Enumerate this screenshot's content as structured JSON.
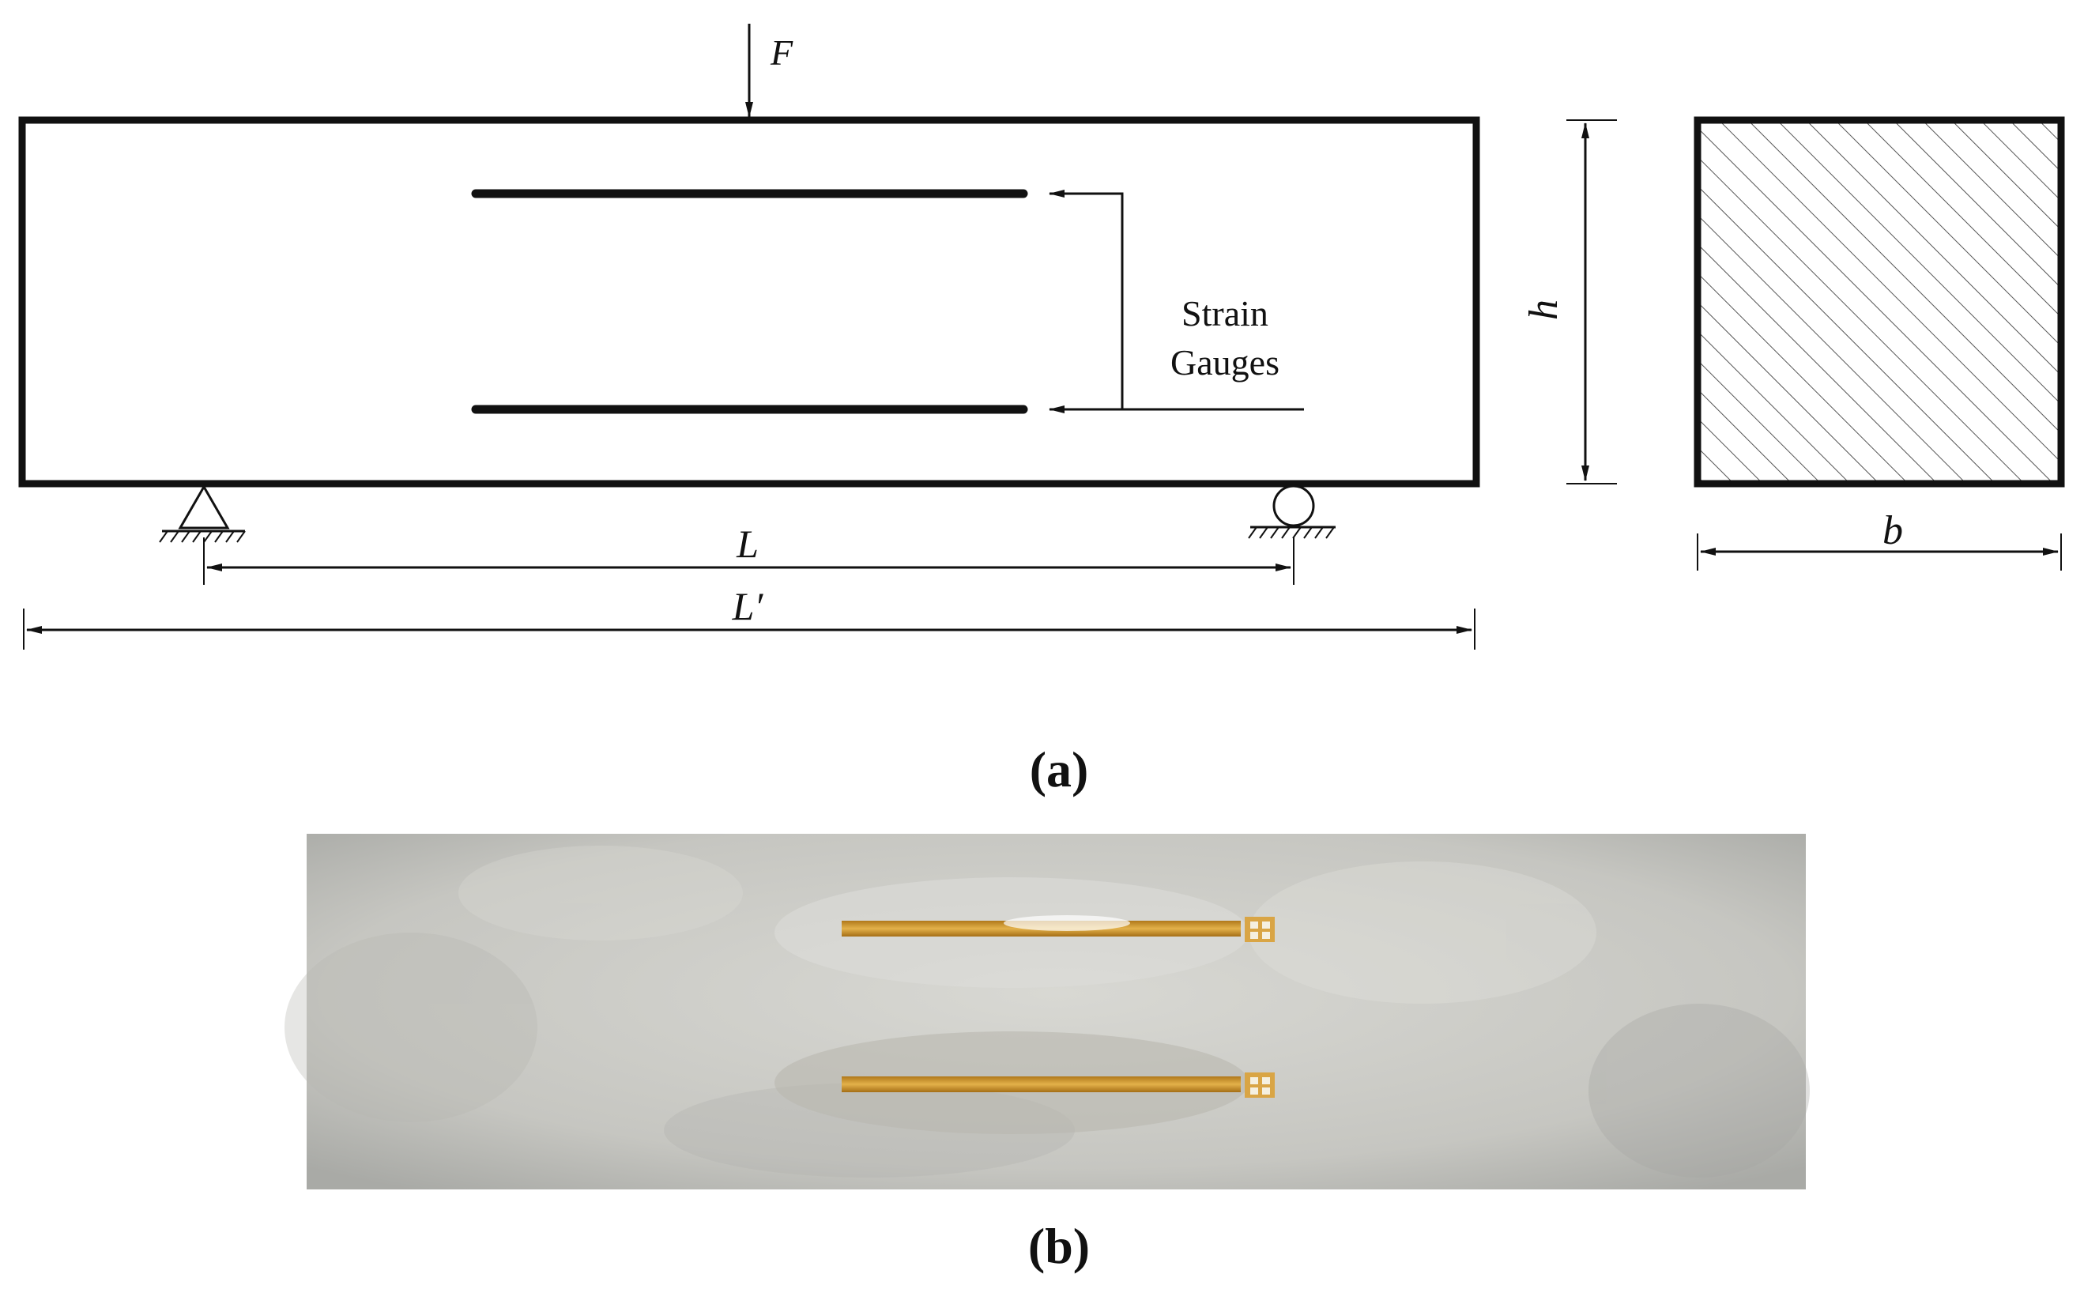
{
  "panel_a": {
    "force_label": "F",
    "gauge_label_line1": "Strain",
    "gauge_label_line2": "Gauges",
    "height_label": "h",
    "width_label": "b",
    "span_label": "L",
    "total_length_label": "L′",
    "caption": "(a)"
  },
  "panel_b": {
    "caption": "(b)"
  },
  "colors": {
    "line": "#111111",
    "concrete_base": "#c9c9c4",
    "gauge_copper": "#c8901f",
    "hatch": "#555555"
  }
}
